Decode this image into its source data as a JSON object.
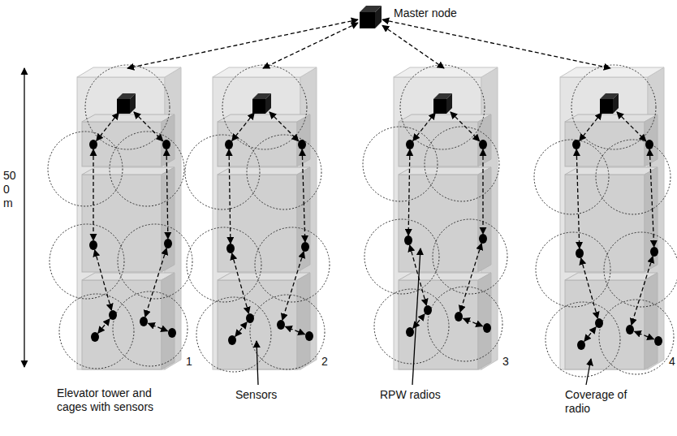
{
  "diagram": {
    "nodes": [
      {
        "text": [
          "Master node"
        ]
      },
      {
        "text": [
          "1"
        ]
      },
      {
        "text": [
          "2"
        ]
      },
      {
        "text": [
          "3"
        ]
      },
      {
        "text": [
          "4"
        ]
      }
    ],
    "edges": [
      {
        "from": 0,
        "to": 1,
        "arrow": "both"
      },
      {
        "from": 0,
        "to": 2,
        "arrow": "both"
      },
      {
        "from": 0,
        "to": 3,
        "arrow": "both"
      },
      {
        "from": 0,
        "to": 4,
        "arrow": "both"
      }
    ],
    "labels": [
      "50 0 m",
      "Elevator tower and cages with sensors",
      "Sensors",
      "RPW radios",
      "Coverage of radio"
    ]
  }
}
